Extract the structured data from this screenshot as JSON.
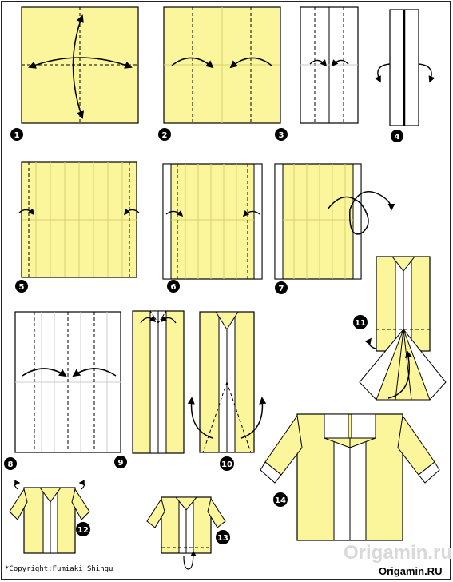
{
  "steps": [
    "1",
    "2",
    "3",
    "4",
    "5",
    "6",
    "7",
    "8",
    "9",
    "10",
    "11",
    "12",
    "13",
    "14"
  ],
  "credits": {
    "copyright": "*Copyright:Fumiaki Shingu",
    "site": "Origamin.RU",
    "watermark": "Origamin.ru"
  },
  "colors": {
    "paper": "#fbf59b",
    "paper_back": "#ffffff",
    "line": "#000000",
    "crease": "#d8d070",
    "badge": "#000000"
  }
}
